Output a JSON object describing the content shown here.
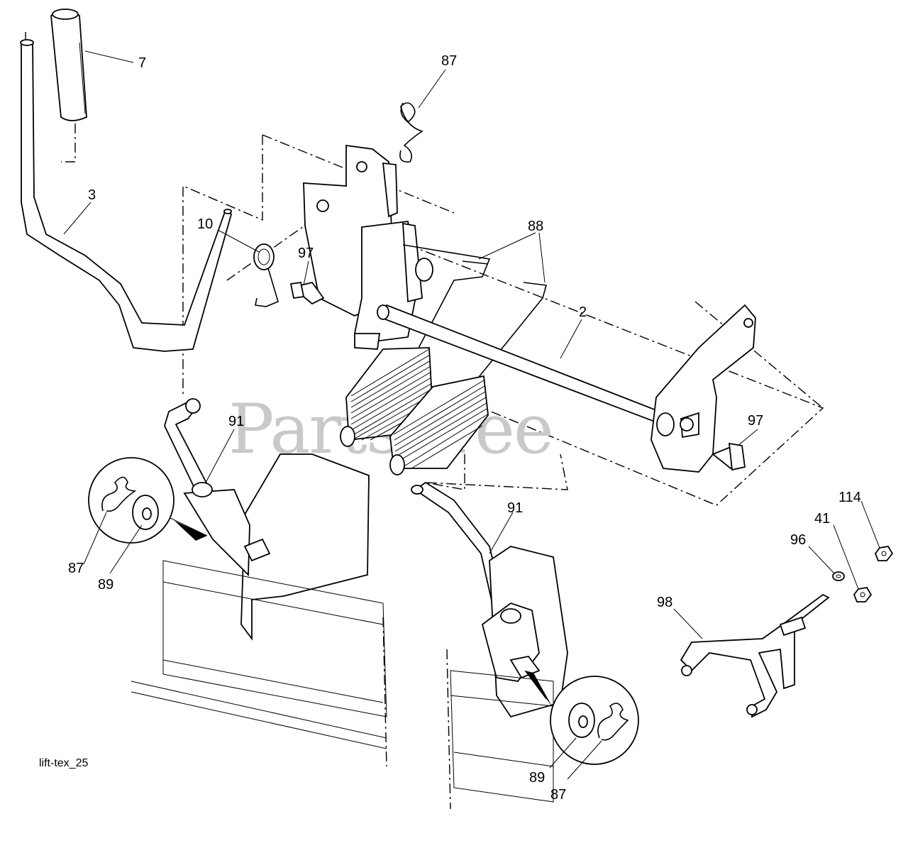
{
  "watermark": "PartsTree",
  "diagram_code": "lift-tex_25",
  "callouts": [
    {
      "id": "c7",
      "label": "7"
    },
    {
      "id": "c87a",
      "label": "87"
    },
    {
      "id": "c3",
      "label": "3"
    },
    {
      "id": "c10",
      "label": "10"
    },
    {
      "id": "c97a",
      "label": "97"
    },
    {
      "id": "c88",
      "label": "88"
    },
    {
      "id": "c2",
      "label": "2"
    },
    {
      "id": "c97b",
      "label": "97"
    },
    {
      "id": "c91a",
      "label": "91"
    },
    {
      "id": "c87b",
      "label": "87"
    },
    {
      "id": "c89a",
      "label": "89"
    },
    {
      "id": "c91b",
      "label": "91"
    },
    {
      "id": "c114",
      "label": "114"
    },
    {
      "id": "c41",
      "label": "41"
    },
    {
      "id": "c96",
      "label": "96"
    },
    {
      "id": "c98",
      "label": "98"
    },
    {
      "id": "c89b",
      "label": "89"
    },
    {
      "id": "c87c",
      "label": "87"
    }
  ]
}
